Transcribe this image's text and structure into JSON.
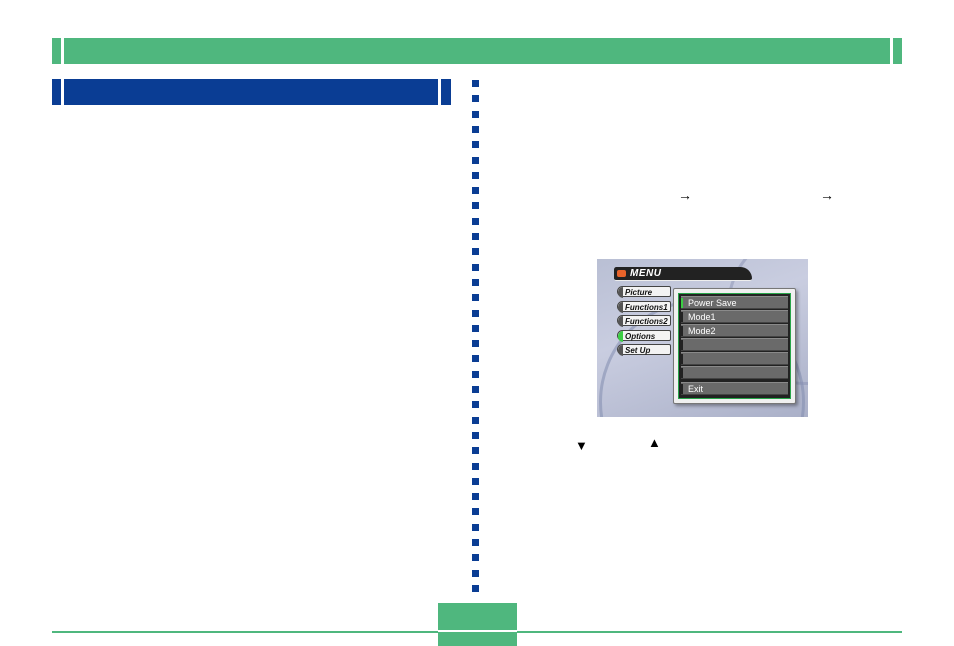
{
  "flow_arrows": [
    "→",
    "→"
  ],
  "nav_symbols": {
    "down": "▼",
    "up": "▲"
  },
  "camera_screen": {
    "menu_title": "MENU",
    "tabs": [
      "Picture",
      "Functions1",
      "Functions2",
      "Options",
      "Set Up"
    ],
    "active_tab": "Options",
    "options": [
      "Power Save",
      "Mode1",
      "Mode2",
      "",
      "",
      "",
      "Exit"
    ],
    "selected_option": "Power Save"
  },
  "colors": {
    "header_green": "#4fb77e",
    "section_blue": "#0a3d94",
    "highlight_green": "#3ccf44",
    "menu_dot_orange": "#e8632a"
  }
}
